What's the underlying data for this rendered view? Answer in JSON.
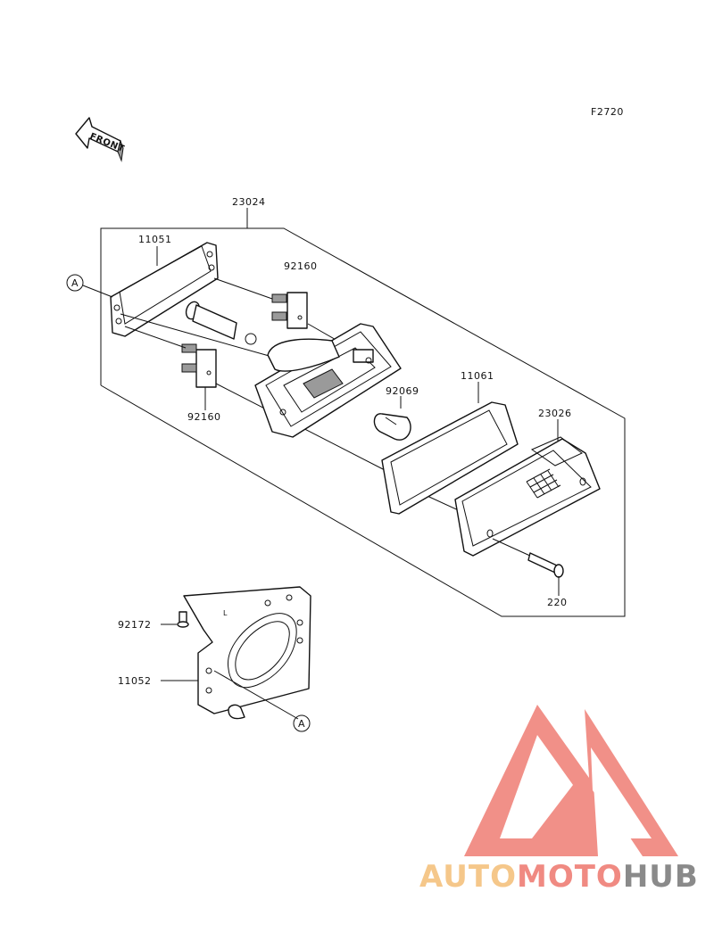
{
  "diagram": {
    "figure_code": "F2720",
    "front_label": "FRONT",
    "ref_marker": "A",
    "parts": {
      "assembly": "23024",
      "bracket_upper": "11051",
      "socket_upper": "92160",
      "socket_lower": "92160",
      "bulb": "92069",
      "gasket": "11061",
      "lens": "23026",
      "screw": "220",
      "grommet": "92172",
      "bracket_lower": "11052"
    }
  },
  "watermark": {
    "part1": "AUTO",
    "part2": "MOTO",
    "part3": "HUB",
    "color_auto": "#f5c78a",
    "color_moto": "#f08a82",
    "color_hub": "#8a8a8a",
    "triangle_color": "#f08a82"
  }
}
